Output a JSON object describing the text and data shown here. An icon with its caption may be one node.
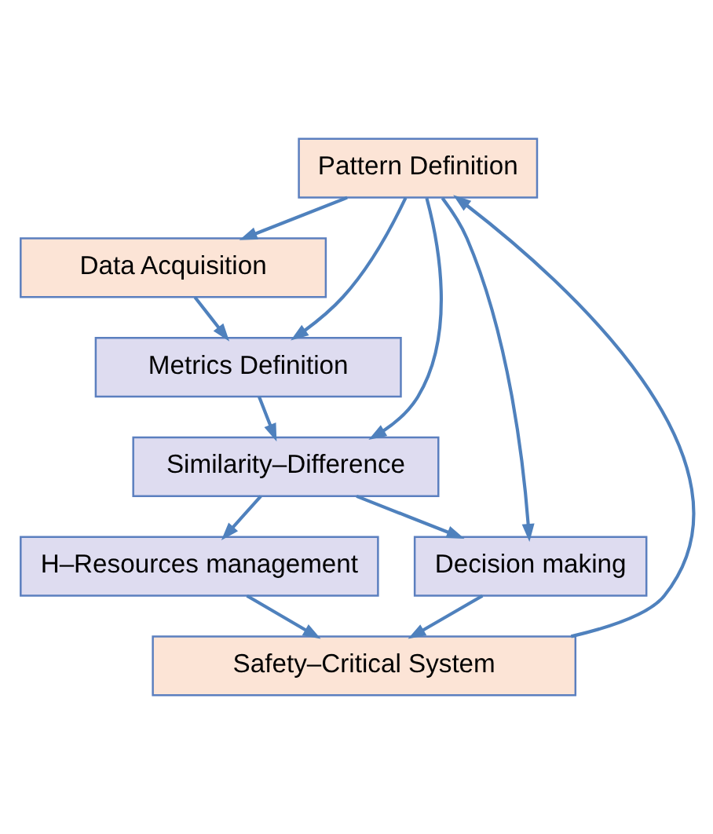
{
  "diagram": {
    "nodes": [
      {
        "text": [
          "Pattern Definition"
        ]
      },
      {
        "text": [
          "Data Acquisition"
        ]
      },
      {
        "text": [
          "Metrics Definition"
        ]
      },
      {
        "text": [
          "Similarity–Difference"
        ]
      },
      {
        "text": [
          "Decision making"
        ]
      },
      {
        "text": [
          "H–Resources management"
        ]
      },
      {
        "text": [
          "Safety–Critical System"
        ]
      }
    ],
    "edges": [
      {
        "from": 0,
        "to": 1,
        "arrow": "to"
      },
      {
        "from": 0,
        "to": 2,
        "arrow": "to"
      },
      {
        "from": 0,
        "to": 3,
        "arrow": "to"
      },
      {
        "from": 0,
        "to": 4,
        "arrow": "to"
      },
      {
        "from": 1,
        "to": 2,
        "arrow": "to"
      },
      {
        "from": 2,
        "to": 3,
        "arrow": "to"
      },
      {
        "from": 3,
        "to": 4,
        "arrow": "to"
      },
      {
        "from": 3,
        "to": 5,
        "arrow": "to"
      },
      {
        "from": 4,
        "to": 6,
        "arrow": "to"
      },
      {
        "from": 5,
        "to": 6,
        "arrow": "to"
      },
      {
        "from": 6,
        "to": 0,
        "arrow": "to"
      }
    ]
  }
}
